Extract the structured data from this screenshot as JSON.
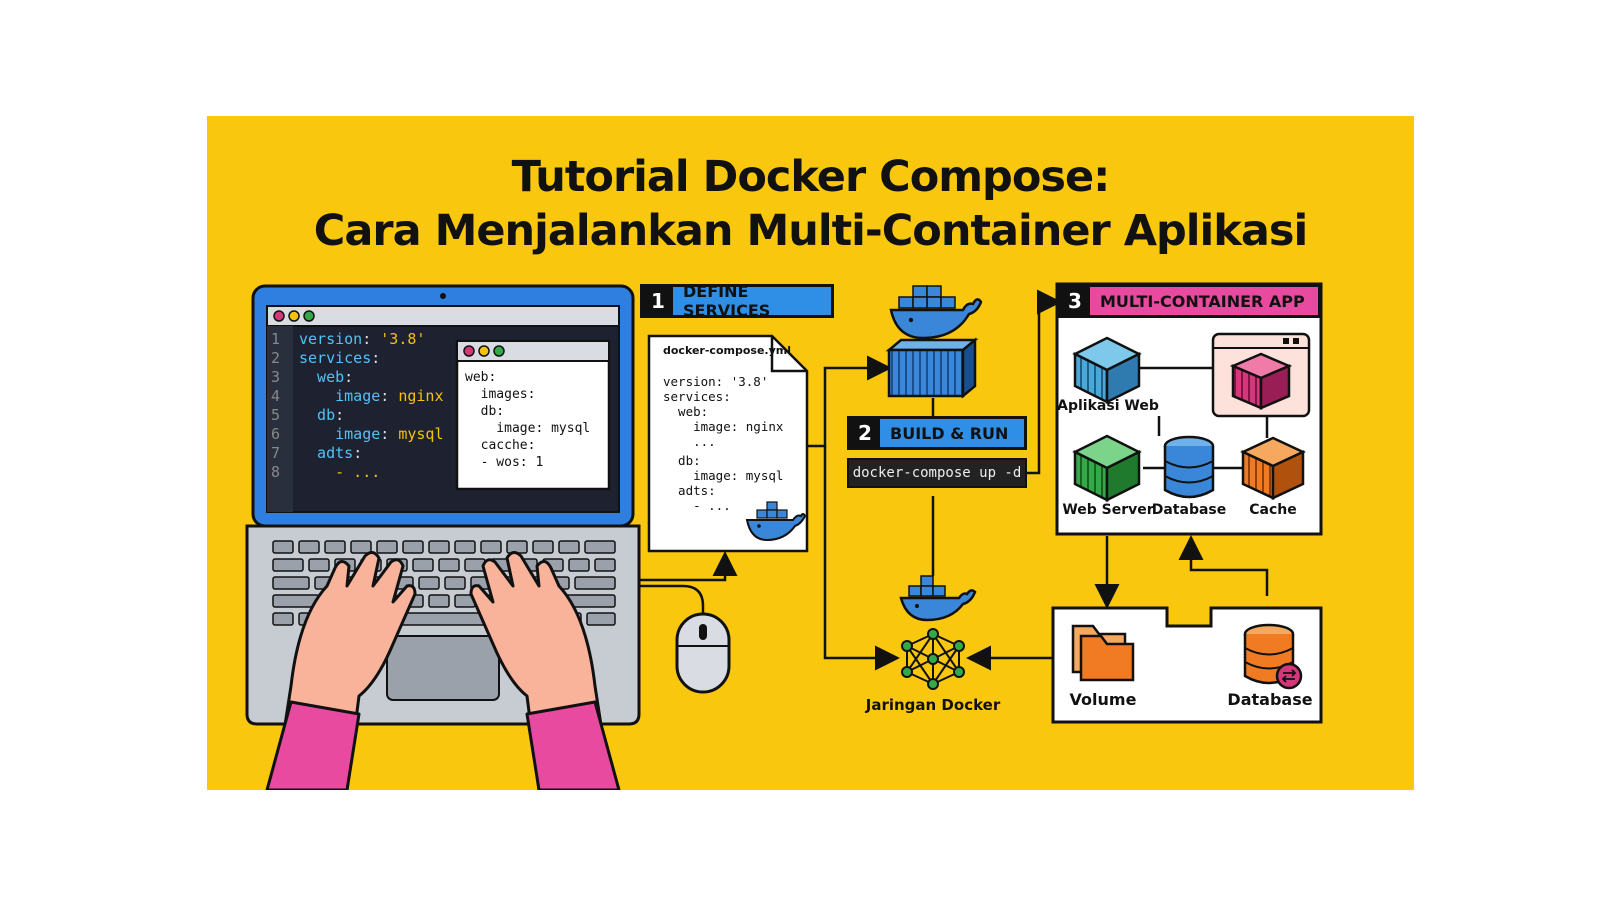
{
  "title": {
    "line1": "Tutorial Docker Compose:",
    "line2": "Cara Menjalankan Multi-Container Aplikasi"
  },
  "editor": {
    "line_numbers": [
      "1",
      "2",
      "3",
      "4",
      "5",
      "6",
      "7",
      "8"
    ],
    "lines": [
      {
        "key": "version",
        "sep": ": ",
        "value": "'3.8'"
      },
      {
        "key": "services",
        "sep": ":",
        "value": ""
      },
      {
        "key": "  web",
        "sep": ":",
        "value": ""
      },
      {
        "key": "    image",
        "sep": ": ",
        "value": "nginx"
      },
      {
        "key": "  db",
        "sep": ":",
        "value": ""
      },
      {
        "key": "    image",
        "sep": ": ",
        "value": "mysql"
      },
      {
        "key": "  adts",
        "sep": ":",
        "value": ""
      },
      {
        "key": "    - ...",
        "sep": "",
        "value": ""
      }
    ]
  },
  "popup": {
    "lines": [
      "web:",
      "  images:",
      "  db:",
      "    image: mysql",
      "  cacche:",
      "  - wos: 1"
    ]
  },
  "step1": {
    "number": "1",
    "label": "DEFINE SERVICES"
  },
  "yml_doc": {
    "filename": "docker-compose.yml",
    "lines": [
      "version: '3.8'",
      "services:",
      "  web:",
      "    image: nginx",
      "    ...",
      "  db:",
      "    image: mysql",
      "  adts:",
      "    - ..."
    ]
  },
  "step2": {
    "number": "2",
    "label": "BUILD & RUN"
  },
  "command": "docker-compose up -d",
  "step3": {
    "number": "3",
    "label": "MULTI-CONTAINER APP"
  },
  "app_labels": {
    "web_app": "Aplikasi Web",
    "web_server": "Web Server",
    "database": "Database",
    "cache": "Cache"
  },
  "network_label": "Jaringan Docker",
  "storage": {
    "volume": "Volume",
    "database": "Database"
  },
  "colors": {
    "background": "#f9c80e",
    "step1_blue": "#2f8fe6",
    "step2_blue": "#2f8fe6",
    "step3_pink": "#e84aa0",
    "laptop_blue": "#2f7fe0",
    "container_blue": "#3a86d8",
    "container_teal": "#4aa8d8",
    "container_magenta": "#d4377a",
    "container_green": "#35a84a",
    "container_orange": "#f07b22",
    "sleeve_pink": "#e84aa0"
  }
}
